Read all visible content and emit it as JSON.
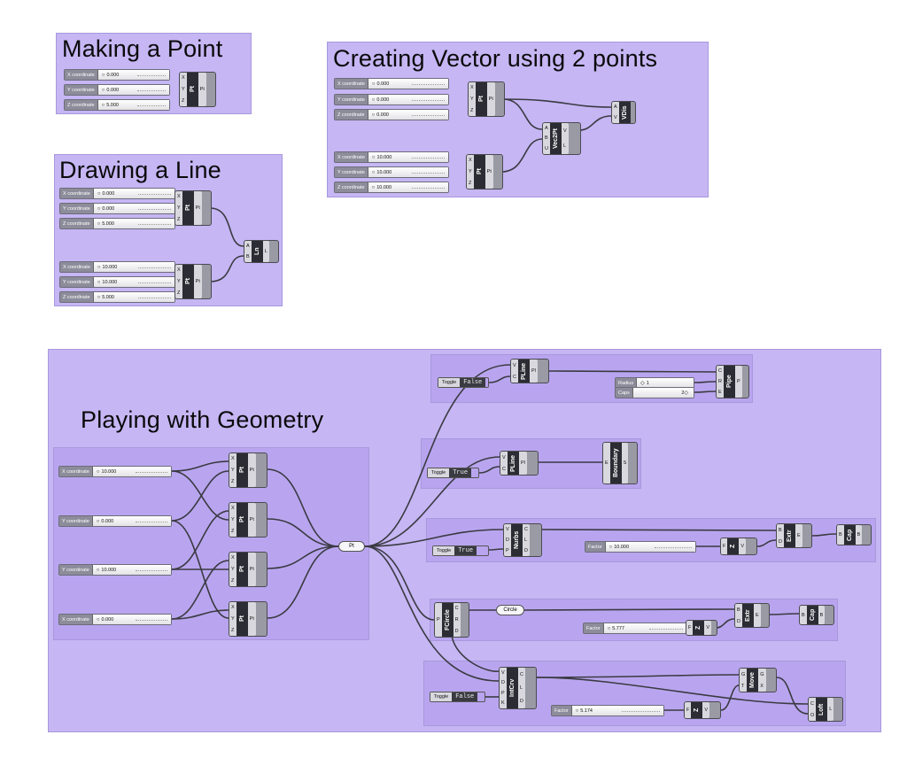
{
  "groups": {
    "making_point": "Making a Point",
    "drawing_line": "Drawing a Line",
    "creating_vector": "Creating Vector using 2 points",
    "playing_geometry": "Playing with Geometry"
  },
  "labels": {
    "x": "X coordinate",
    "y": "Y coordinate",
    "z": "Z coordinate",
    "radius": "Radius",
    "caps": "Caps",
    "factor": "Factor",
    "toggle": "Toggle"
  },
  "values": {
    "v0": "0.000",
    "v5": "5.000",
    "v10": "10.000",
    "radius": "1",
    "caps": "2",
    "factor_extr": "10.000",
    "factor_circle": "5.777",
    "factor_intcrv": "5.174"
  },
  "toggles": {
    "t_true": "True",
    "t_false": "False"
  },
  "components": {
    "pt": "Pt",
    "ln": "Ln",
    "vec2pt": "Vec2Pt",
    "vdis": "VDis",
    "pline": "PLine",
    "pipe": "Pipe",
    "boundary": "Boundary",
    "nurbs": "Nurbs",
    "z": "Z",
    "extr": "Extr",
    "cap": "Cap",
    "fcircle": "FCircle",
    "intcrv": "IntCrv",
    "move": "Move",
    "loft": "Loft"
  },
  "relays": {
    "pt": "Pt",
    "circle": "Circle"
  },
  "ports": {
    "x": "X",
    "y": "Y",
    "z": "Z",
    "pt": "Pt",
    "a": "A",
    "b": "B",
    "l": "L",
    "v": "V",
    "c": "C",
    "p": "P",
    "r": "R",
    "e": "E",
    "s": "S",
    "d": "D",
    "u": "U",
    "k": "K",
    "g": "G",
    "t": "T",
    "f": "F",
    "o": "O"
  }
}
